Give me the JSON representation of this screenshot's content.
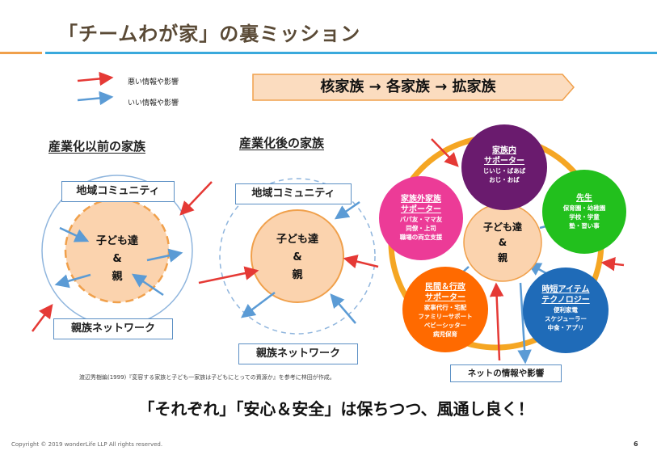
{
  "title": "「チームわが家」の裏ミッション",
  "legend": {
    "bad": "悪い情報や影響",
    "good": "いい情報や影響"
  },
  "banner": "核家族 → 各家族 → 拡家族",
  "before": {
    "heading": "産業化以前の家族",
    "community": "地域コミュニティ",
    "core": [
      "子ども達",
      "&",
      "親"
    ],
    "network": "親族ネットワーク"
  },
  "after": {
    "heading": "産業化後の家族",
    "community": "地域コミュニティ",
    "core": [
      "子ども達",
      "&",
      "親"
    ],
    "network": "親族ネットワーク"
  },
  "team": {
    "core": [
      "子ども達",
      "&",
      "親"
    ],
    "inner": {
      "title": "家族内",
      "title2": "サポーター",
      "lines": [
        "じいじ・ばあば",
        "おじ・おば"
      ]
    },
    "outer": {
      "title": "家族外家族",
      "title2": "サポーター",
      "lines": [
        "パパ友・ママ友",
        "同僚・上司",
        "職場の両立支援"
      ]
    },
    "teacher": {
      "title": "先生",
      "lines": [
        "保育園・幼稚園",
        "学校・学童",
        "塾・習い事"
      ]
    },
    "private": {
      "title": "民間＆行政",
      "title2": "サポーター",
      "lines": [
        "家事代行・宅配",
        "ファミリーサポート",
        "ベビーシッター",
        "病児保育"
      ]
    },
    "tech": {
      "title": "時短アイテム",
      "title2": "テクノロジー",
      "lines": [
        "便利家電",
        "スケジューラー",
        "中食・アプリ"
      ]
    },
    "net": "ネットの情報や影響"
  },
  "source": "渡辺秀樹編(1999)『変容する家族と子ども一家族は子どもにとっての資源か』を参考に林田が作成。",
  "message": "「それぞれ」「安心＆安全」は保ちつつ、風通し良く！",
  "copyright": "Copyright © 2019  wonderLife  LLP All rights reserved.",
  "page": "6",
  "colors": {
    "bad_arrow": "#e53935",
    "good_arrow": "#5b9bd5",
    "core_fill": "#fbd3ae",
    "core_border": "#f0a04b",
    "banner_fill": "#fbdcbf",
    "inner": "#6a1b6e",
    "outer": "#ec3b97",
    "teacher": "#22c01d",
    "private": "#ff6a00",
    "tech": "#1f6bb8"
  }
}
